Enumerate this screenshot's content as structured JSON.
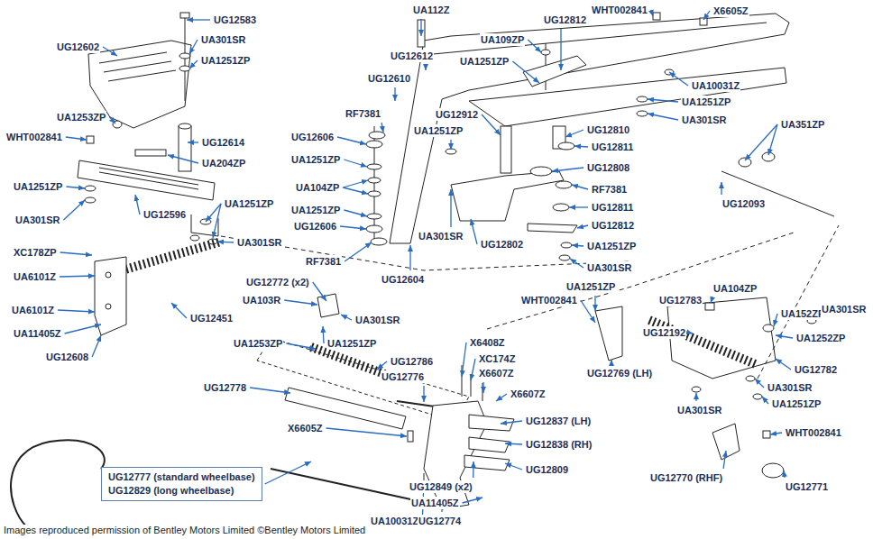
{
  "diagram": {
    "caption": "Images reproduced permission of Bentley Motors Limited ©Bentley Motors Limited",
    "nodes": [
      {
        "text": [
          "UG12777 (standard wheelbase)",
          "UG12829 (long wheelbase)"
        ]
      }
    ],
    "labels": [
      "UG12583",
      "UG12602",
      "UA301SR",
      "UA1251ZP",
      "UA1253ZP",
      "UG12614",
      "UA204ZP",
      "WHT002841",
      "UA1251ZP",
      "UA301SR",
      "UG12596",
      "UA1251ZP",
      "UA301SR",
      "XC178ZP",
      "UA6101Z",
      "UA6101Z",
      "UA11405Z",
      "UG12608",
      "UG12451",
      "UG12772 (x2)",
      "UA103R",
      "UA301SR",
      "UA1253ZP",
      "UA1251ZP",
      "UG12786",
      "UG12776",
      "UG12778",
      "X6605Z",
      "UA10031Z",
      "UG12774",
      "UA11405Z",
      "UG12849 (x2)",
      "X6408Z",
      "XC174Z",
      "X6607Z",
      "X6607Z",
      "UG12837 (LH)",
      "UG12838 (RH)",
      "UG12809",
      "UA112Z",
      "UG12612",
      "UG12610",
      "UA1251ZP",
      "UA109ZP",
      "UG12812",
      "WHT002841",
      "X6605Z",
      "UA10031Z",
      "UA1251ZP",
      "UA301SR",
      "UA351ZP",
      "UG12093",
      "RF7381",
      "UG12912",
      "UG12810",
      "UA1251ZP",
      "UG12606",
      "UA1251ZP",
      "UA104ZP",
      "UA1251ZP",
      "UG12606",
      "RF7381",
      "UA301SR",
      "UG12604",
      "UG12802",
      "UG12811",
      "UG12808",
      "RF7381",
      "UG12811",
      "UG12812",
      "UA1251ZP",
      "UA301SR",
      "UA1251ZP",
      "WHT002841",
      "UG12769 (LH)",
      "UG12783",
      "UA104ZP",
      "UG12192",
      "UA152ZP",
      "UA301SR",
      "UA1252ZP",
      "UG12782",
      "UA301SR",
      "UA1251ZP",
      "UA301SR",
      "WHT002841",
      "UG12770 (RHF)",
      "UG12771"
    ]
  }
}
